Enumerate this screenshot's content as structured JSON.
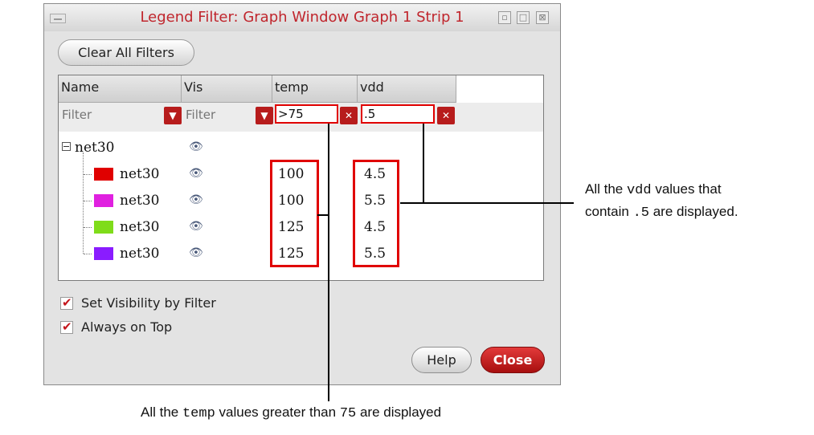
{
  "window": {
    "title": "Legend Filter: Graph Window Graph 1 Strip 1",
    "minimize_glyph": "▫",
    "maximize_glyph": "□",
    "close_glyph": "⊠"
  },
  "toolbar": {
    "clear_all_label": "Clear All Filters"
  },
  "table": {
    "columns": [
      "Name",
      "Vis",
      "temp",
      "vdd"
    ],
    "filters": {
      "name_placeholder": "Filter",
      "vis_placeholder": "Filter",
      "temp_value": ">75",
      "vdd_value": ".5"
    },
    "parent": {
      "label": "net30"
    },
    "rows": [
      {
        "label": "net30",
        "color": "#e00000",
        "temp": "100",
        "vdd": "4.5"
      },
      {
        "label": "net30",
        "color": "#e020e0",
        "temp": "100",
        "vdd": "5.5"
      },
      {
        "label": "net30",
        "color": "#7fdc1a",
        "temp": "125",
        "vdd": "4.5"
      },
      {
        "label": "net30",
        "color": "#8a1cff",
        "temp": "125",
        "vdd": "5.5"
      }
    ]
  },
  "options": {
    "set_visibility_label": "Set Visibility by Filter",
    "always_on_top_label": "Always on Top"
  },
  "buttons": {
    "help": "Help",
    "close": "Close"
  },
  "annotations": {
    "vdd_pre": "All the",
    "vdd_code": "vdd",
    "vdd_post": "values that",
    "vdd_line2_pre": "contain",
    "vdd_line2_code": ".5",
    "vdd_line2_post": "are displayed.",
    "temp_pre": "All the",
    "temp_code": "temp",
    "temp_mid": "values greater than",
    "temp_code2": "75",
    "temp_post": "are displayed"
  }
}
